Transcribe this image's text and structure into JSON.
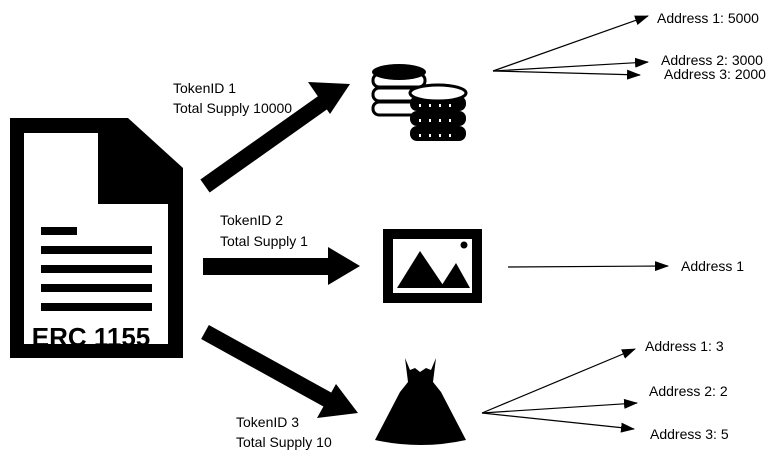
{
  "document": {
    "title": "ERC 1155",
    "icon": "document-icon"
  },
  "tokens": [
    {
      "id_label": "TokenID 1",
      "supply_label": "Total Supply 10000",
      "icon": "coins-icon",
      "holders": [
        "Address 1: 5000",
        "Address 2: 3000",
        "Address 3: 2000"
      ]
    },
    {
      "id_label": "TokenID 2",
      "supply_label": "Total Supply 1",
      "icon": "picture-icon",
      "holders": [
        "Address 1"
      ]
    },
    {
      "id_label": "TokenID 3",
      "supply_label": "Total Supply 10",
      "icon": "dress-icon",
      "holders": [
        "Address 1: 3",
        "Address 2: 2",
        "Address 3: 5"
      ]
    }
  ],
  "colors": {
    "ink": "#000000",
    "background": "#ffffff"
  }
}
